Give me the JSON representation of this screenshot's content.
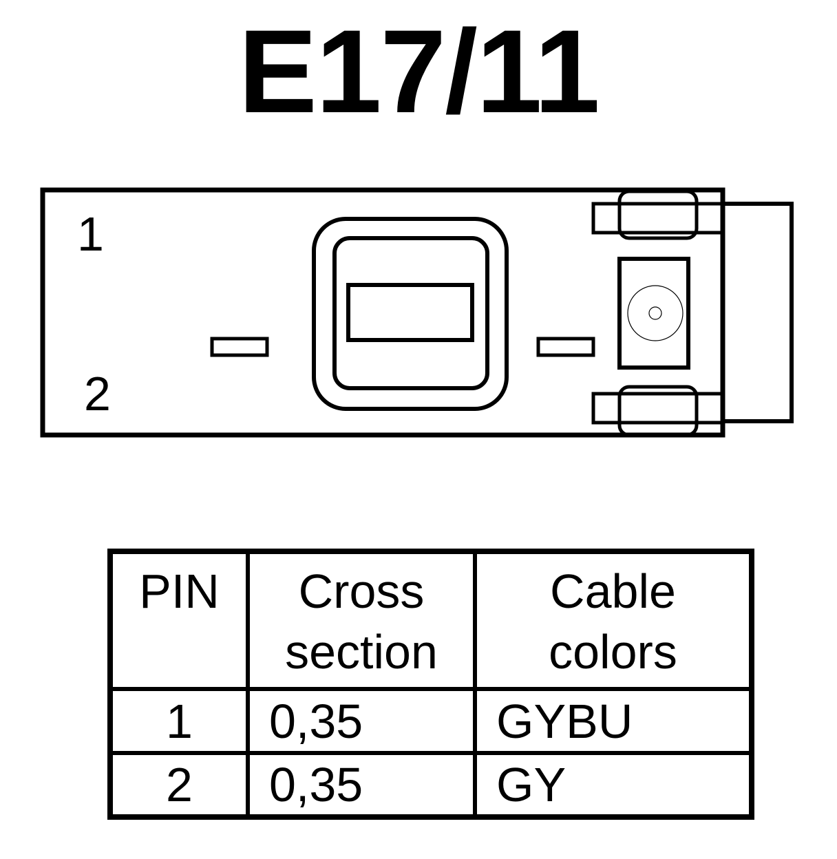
{
  "title": "E17/11",
  "connector": {
    "pin_labels": [
      "1",
      "2"
    ]
  },
  "table": {
    "headers": [
      [
        "PIN"
      ],
      [
        "Cross",
        "section"
      ],
      [
        "Cable",
        "colors"
      ]
    ],
    "rows": [
      {
        "pin": "1",
        "cross_section": "0,35",
        "color": "GYBU"
      },
      {
        "pin": "2",
        "cross_section": "0,35",
        "color": "GY"
      }
    ]
  }
}
